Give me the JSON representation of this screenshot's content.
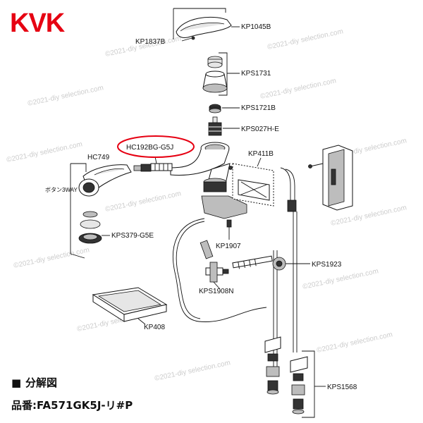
{
  "brand": {
    "logo_text": "KVK",
    "logo_color": "#e60012"
  },
  "highlight_color": "#e60012",
  "watermark": "©2021-diy selection.com",
  "labels": {
    "kp1045b": "KP1045B",
    "kp1837b": "KP1837B",
    "kps1731": "KPS1731",
    "kps1721b": "KPS1721B",
    "kps027he": "KPS027H-E",
    "hc192bg": "HC192BG-G5J",
    "hc749": "HC749",
    "kp411b": "KP411B",
    "button3way": "ボタン3WAY",
    "kps379": "KPS379-G5E",
    "kp1907": "KP1907",
    "kps1923": "KPS1923",
    "kps1908n": "KPS1908N",
    "kp408": "KP408",
    "kps1568": "KPS1568"
  },
  "footer": {
    "title_mark": "■",
    "title": "分解図",
    "product_number": "品番:FA571GK5J-リ#P"
  }
}
